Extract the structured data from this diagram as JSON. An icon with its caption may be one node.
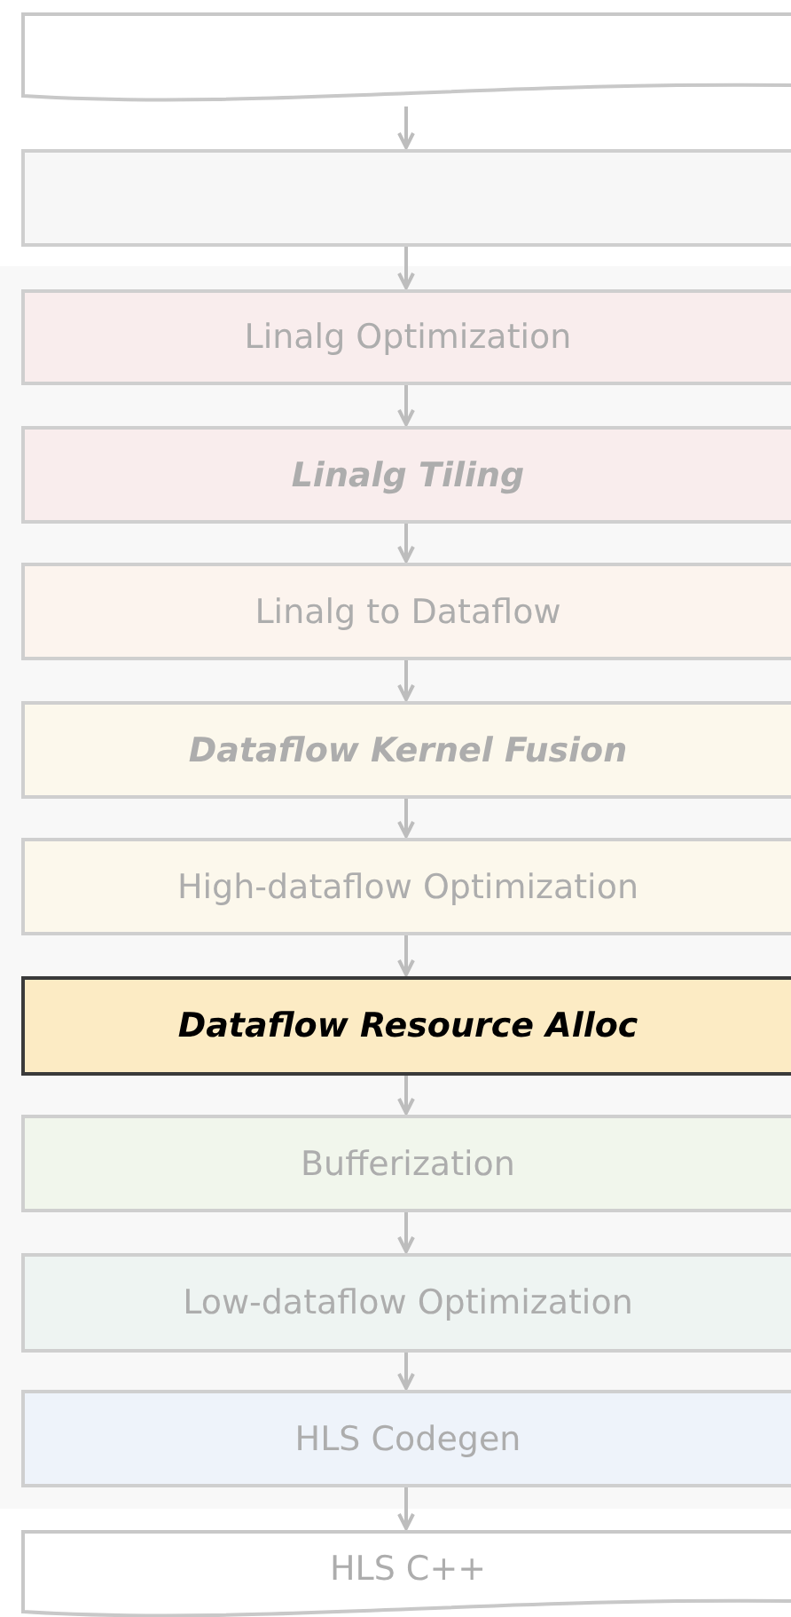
{
  "diagram": {
    "nodes": [
      {
        "text": [],
        "shape": "document"
      },
      {
        "text": [],
        "shape": "box"
      },
      {
        "text": [
          "Linalg Optimization"
        ]
      },
      {
        "text": [
          "Linalg Tiling"
        ]
      },
      {
        "text": [
          "Linalg to Dataflow"
        ]
      },
      {
        "text": [
          "Dataflow Kernel Fusion"
        ]
      },
      {
        "text": [
          "High-dataflow Optimization"
        ]
      },
      {
        "text": [
          "Dataflow Resource Alloc"
        ]
      },
      {
        "text": [
          "Bufferization"
        ]
      },
      {
        "text": [
          "Low-dataflow Optimization"
        ]
      },
      {
        "text": [
          "HLS Codegen"
        ]
      },
      {
        "text": [
          "HLS C++"
        ]
      }
    ],
    "edges": [
      {
        "from": 0,
        "to": 1,
        "arrow": "to"
      },
      {
        "from": 1,
        "to": 2,
        "arrow": "to"
      },
      {
        "from": 2,
        "to": 3,
        "arrow": "to"
      },
      {
        "from": 3,
        "to": 4,
        "arrow": "to"
      },
      {
        "from": 4,
        "to": 5,
        "arrow": "to"
      },
      {
        "from": 5,
        "to": 6,
        "arrow": "to"
      },
      {
        "from": 6,
        "to": 7,
        "arrow": "to"
      },
      {
        "from": 7,
        "to": 8,
        "arrow": "to"
      },
      {
        "from": 8,
        "to": 9,
        "arrow": "to"
      },
      {
        "from": 9,
        "to": 10,
        "arrow": "to"
      },
      {
        "from": 10,
        "to": 11,
        "arrow": "to"
      }
    ]
  }
}
